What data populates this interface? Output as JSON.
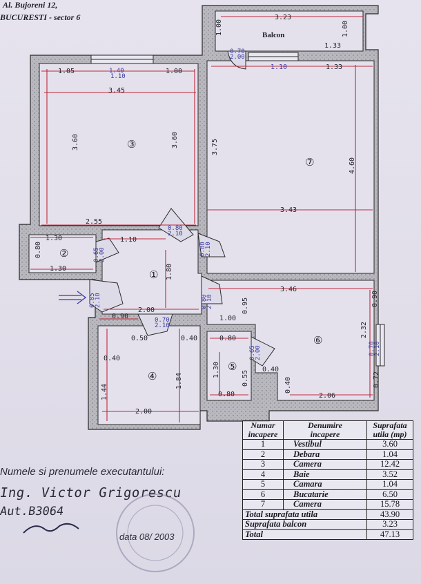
{
  "header": {
    "address_line": "Al. Bujoreni 12,",
    "city_line": "BUCURESTI - sector 6"
  },
  "balcony_label": "Balcon",
  "rooms": [
    {
      "id": "1",
      "label": "①"
    },
    {
      "id": "2",
      "label": "②"
    },
    {
      "id": "3",
      "label": "③"
    },
    {
      "id": "4",
      "label": "④"
    },
    {
      "id": "5",
      "label": "⑤"
    },
    {
      "id": "6",
      "label": "⑥"
    },
    {
      "id": "7",
      "label": "⑦"
    }
  ],
  "dimensions": {
    "balc_width": "3.23",
    "balc_depth_left": "1.00",
    "balc_depth_right": "1.00",
    "balc_small": "1.33",
    "balc_door": "0.70\n2.00",
    "r3_left": "1.05",
    "r3_win": "1.40\n1.10",
    "r3_right": "1.00",
    "r3_width": "3.45",
    "r3_height": "3.60",
    "r3_height_right": "3.60",
    "r3_bottom": "2.55",
    "r7_win": "1.10",
    "r7_right": "1.33",
    "r7_left_height": "3.75",
    "r7_height": "4.60",
    "r7_width": "3.43",
    "r7_door": "0.80\n2.10",
    "r1_door3": "0.80\n2.10",
    "r1_height": "1.80",
    "r1_width": "2.00",
    "r1_top": "1.10",
    "r1_entry": "0.85\n2.10",
    "r2_top": "1.30",
    "r2_bottom": "1.30",
    "r2_left": "0.80",
    "r2_door": "0.65\n2.00",
    "r6_width": "3.46",
    "r6_095": "0.95",
    "r6_height": "2.32",
    "r6_090": "0.90",
    "r6_door": "0.70\n2.10",
    "r6_072": "0.72",
    "r6_bottom": "2.06",
    "r6_040": "0.40",
    "r6_100": "1.00",
    "r6_r1door": "0.80\n2.10",
    "r4_090": "0.90",
    "r4_door": "0.70\n2.10",
    "r4_050": "0.50",
    "r4_040": "0.40",
    "r4_040b": "0.40",
    "r4_height": "1.84",
    "r4_left": "1.44",
    "r4_width": "2.00",
    "r5_080": "0.80",
    "r5_door": "0.65\n2.00",
    "r5_040": "0.40",
    "r5_130": "1.30",
    "r5_055": "0.55",
    "r5_bottom": "0.80"
  },
  "legend": {
    "headers": [
      "Numar\nincapere",
      "Denumire\nincapere",
      "Suprafata\nutila (mp)"
    ],
    "rows": [
      {
        "num": "1",
        "name": "Vestibul",
        "area": "3.60"
      },
      {
        "num": "2",
        "name": "Debara",
        "area": "1.04"
      },
      {
        "num": "3",
        "name": "Camera",
        "area": "12.42"
      },
      {
        "num": "4",
        "name": "Baie",
        "area": "3.52"
      },
      {
        "num": "5",
        "name": "Camara",
        "area": "1.04"
      },
      {
        "num": "6",
        "name": "Bucatarie",
        "area": "6.50"
      },
      {
        "num": "7",
        "name": "Camera",
        "area": "15.78"
      }
    ],
    "totals": [
      {
        "label": "Total suprafata utila",
        "area": "43.90"
      },
      {
        "label": "Suprafata balcon",
        "area": "3.23"
      },
      {
        "label": "Total",
        "area": "47.13"
      }
    ]
  },
  "signature": {
    "label": "Numele si prenumele executantului:",
    "name": "Ing. Victor Grigorescu",
    "authorization": "Aut.B3064",
    "date": "data 08/ 2003"
  },
  "colors": {
    "wall": "#9a9aa0",
    "line": "#2a2a2a",
    "dim_red": "#c0263a",
    "dim_blue": "#3a3aa0"
  }
}
